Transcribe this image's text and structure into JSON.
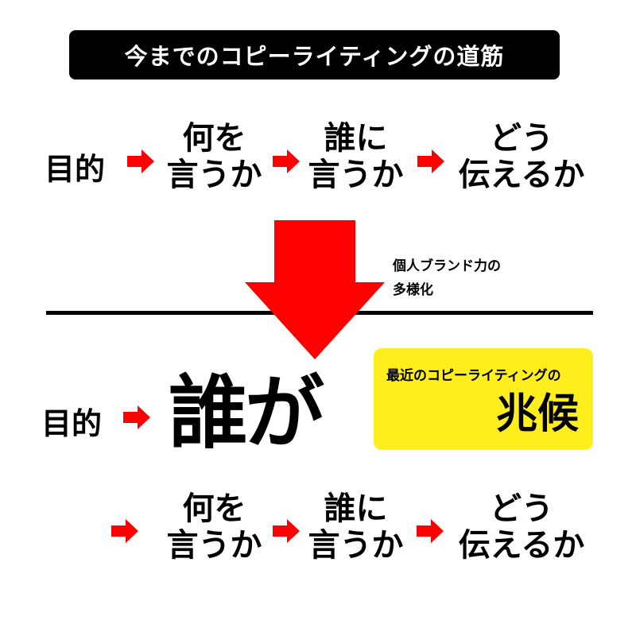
{
  "title": "今までのコピーライティングの道筋",
  "colors": {
    "arrow": "#FF0000",
    "title_bg": "#000000",
    "highlight": "#FFEE1E",
    "text": "#000000"
  },
  "old_flow": {
    "purpose": "目的",
    "steps": [
      {
        "line1": "何を",
        "line2": "言うか"
      },
      {
        "line1": "誰に",
        "line2": "言うか"
      },
      {
        "line1": "どう",
        "line2": "伝えるか"
      }
    ]
  },
  "note": {
    "line1": "個人ブランド力の",
    "line2": "多様化"
  },
  "new_flow": {
    "purpose": "目的",
    "who": "誰が",
    "steps": [
      {
        "line1": "何を",
        "line2": "言うか"
      },
      {
        "line1": "誰に",
        "line2": "言うか"
      },
      {
        "line1": "どう",
        "line2": "伝えるか"
      }
    ]
  },
  "sign": {
    "small": "最近のコピーライティングの",
    "big": "兆候"
  }
}
